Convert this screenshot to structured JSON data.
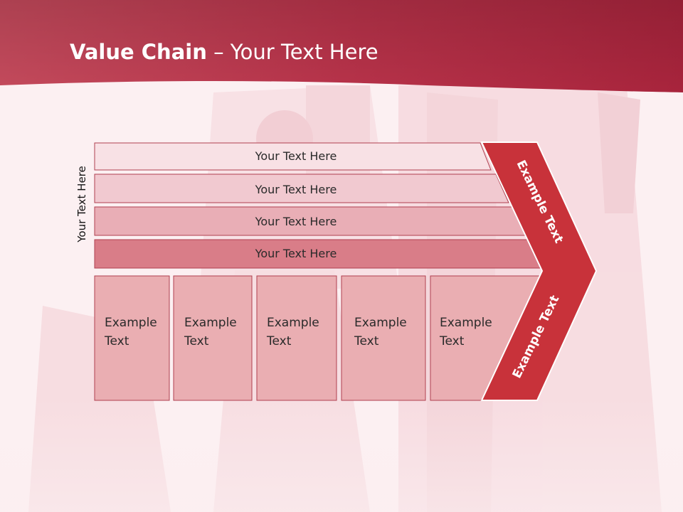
{
  "slide": {
    "title_bold": "Value Chain",
    "title_rest": " – Your Text Here",
    "side_label": "Your Text Here"
  },
  "rows": [
    {
      "label": "Your Text Here"
    },
    {
      "label": "Your Text Here"
    },
    {
      "label": "Your Text Here"
    },
    {
      "label": "Your Text Here"
    }
  ],
  "boxes": [
    {
      "line1": "Example",
      "line2": "Text"
    },
    {
      "line1": "Example",
      "line2": "Text"
    },
    {
      "line1": "Example",
      "line2": "Text"
    },
    {
      "line1": "Example",
      "line2": "Text"
    },
    {
      "line1": "Example",
      "line2": "Text"
    }
  ],
  "arrow": {
    "top_label": "Example Text",
    "bottom_label": "Example Text"
  },
  "colors": {
    "header": "#b8293f",
    "arrow": "#c8323a",
    "row1": "#f8e1e5",
    "row2": "#f1c9d0",
    "row3": "#e9aeb6",
    "row4": "#d97d88",
    "box": "#eaaeb2"
  }
}
